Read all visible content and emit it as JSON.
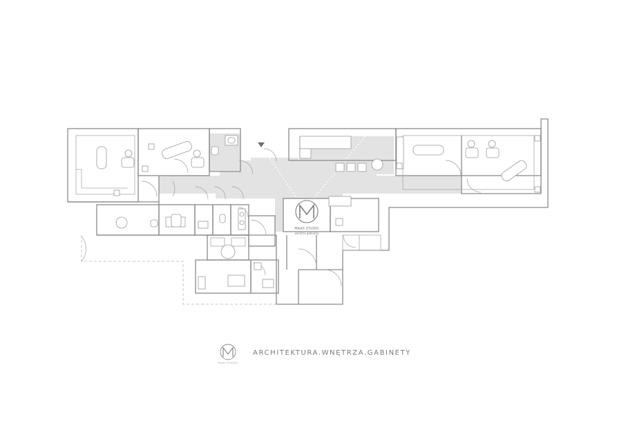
{
  "plan": {
    "watermark_title": "MAAS STUDIO",
    "watermark_subtitle": "wnetrza gabinety"
  },
  "footer": {
    "tagline": "ARCHITEKTURA.WNĘTRZA.GABINETY",
    "logo_caption": "MAAS STUDIO"
  },
  "colors": {
    "corridor": "#e3e3e3",
    "walls": "#8a8a8a",
    "text": "#7a7a7a"
  }
}
